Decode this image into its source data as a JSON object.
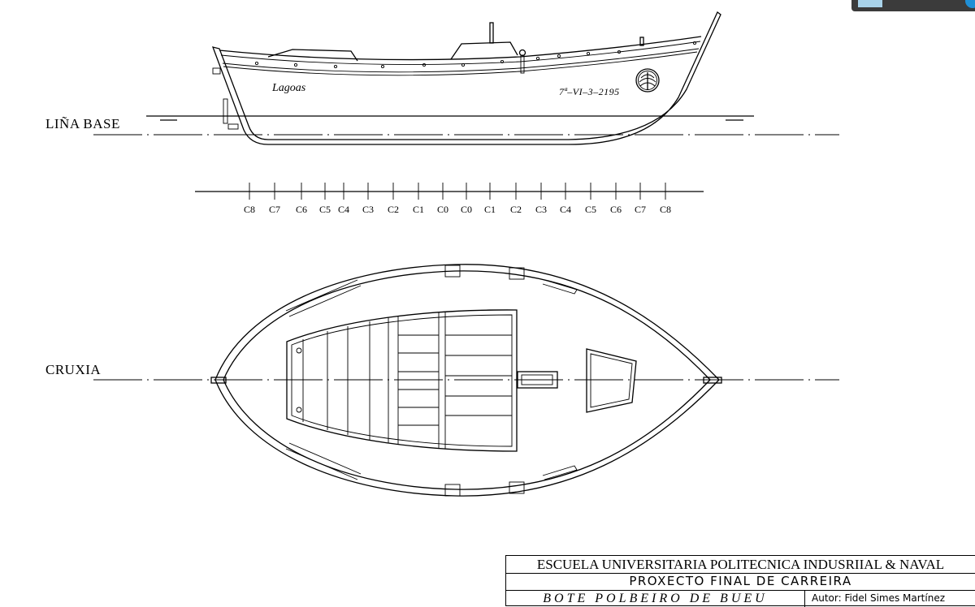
{
  "window_overlay": {
    "accent": "#1f8fd6"
  },
  "profile": {
    "label": "LIÑA BASE",
    "boat_name": "Lagoas",
    "registration": "7ª–VI–3–2195"
  },
  "stations": [
    "C8",
    "C7",
    "C6",
    "C5",
    "C4",
    "C3",
    "C2",
    "C1",
    "C0",
    "C0",
    "C1",
    "C2",
    "C3",
    "C4",
    "C5",
    "C6",
    "C7",
    "C8"
  ],
  "plan": {
    "label": "CRUXIA"
  },
  "title_block": {
    "school": "ESCUELA UNIVERSITARIA POLITECNICA INDUSRIIAL & NAVAL",
    "project": "PROXECTO FINAL DE CARREIRA",
    "drawing": "BOTE POLBEIRO DE BUEU",
    "author": "Autor: Fidel Simes Martínez"
  }
}
